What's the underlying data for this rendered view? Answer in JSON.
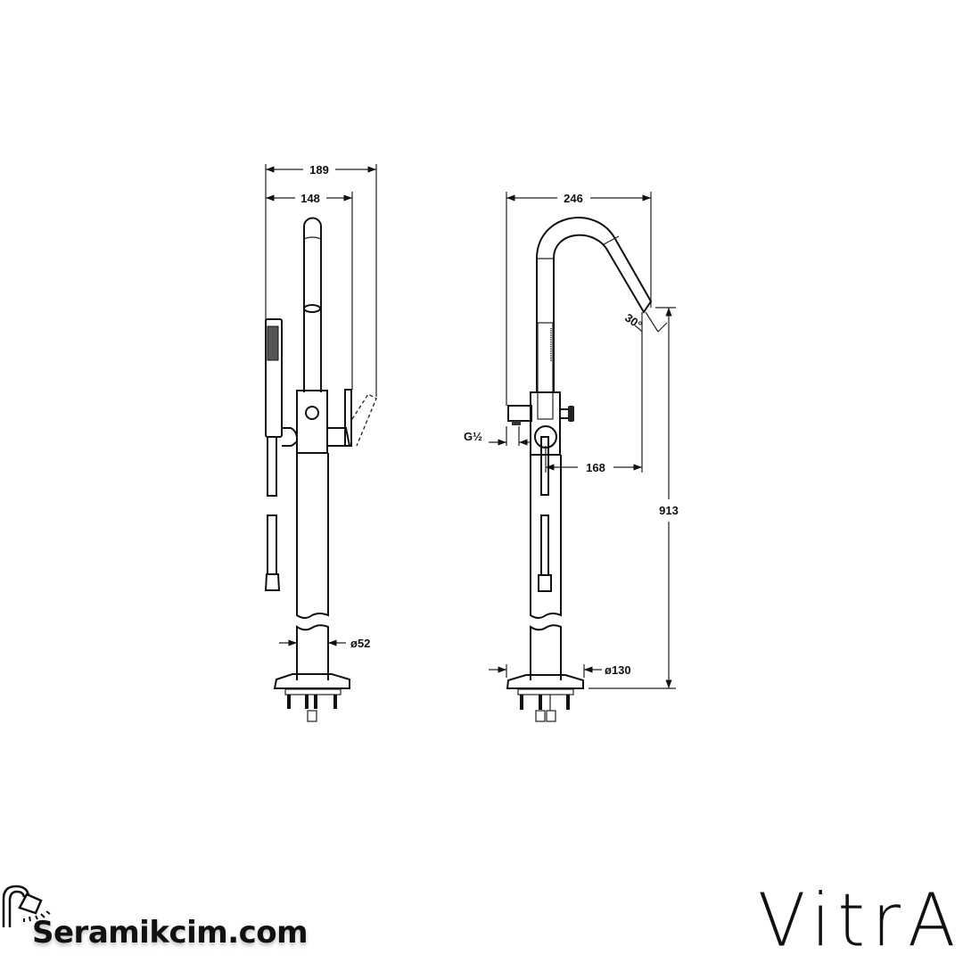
{
  "dimensions": {
    "left_view": {
      "overall_width": "189",
      "lever_width": "148",
      "pipe_diameter": "ø52"
    },
    "right_view": {
      "spout_width": "246",
      "spout_reach": "168",
      "height": "913",
      "base_diameter": "ø130",
      "connection": "G½",
      "spout_angle": "30°"
    }
  },
  "logos": {
    "left": "Seramikcim.com",
    "right": "VitrA"
  },
  "colors": {
    "line": "#111111",
    "background": "#ffffff"
  }
}
